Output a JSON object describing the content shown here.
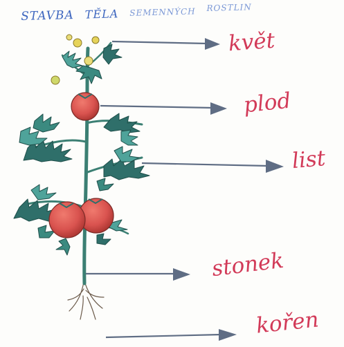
{
  "heading": {
    "words": [
      "STAVBA",
      "TĚLA",
      "SEMENNÝCH",
      "ROSTLIN"
    ]
  },
  "labels": {
    "kvet": "květ",
    "plod": "plod",
    "list": "list",
    "stonek": "stonek",
    "koren": "kořen"
  },
  "colors": {
    "heading_ink": "#3d66bf",
    "label_ink": "#d23a58",
    "arrow_ink": "#5f6d84",
    "leaf_dark": "#2f6f6a",
    "leaf_light": "#4fa39a",
    "stem": "#3b7f73",
    "tomato": "#d9534f",
    "flower": "#e6d35a"
  }
}
